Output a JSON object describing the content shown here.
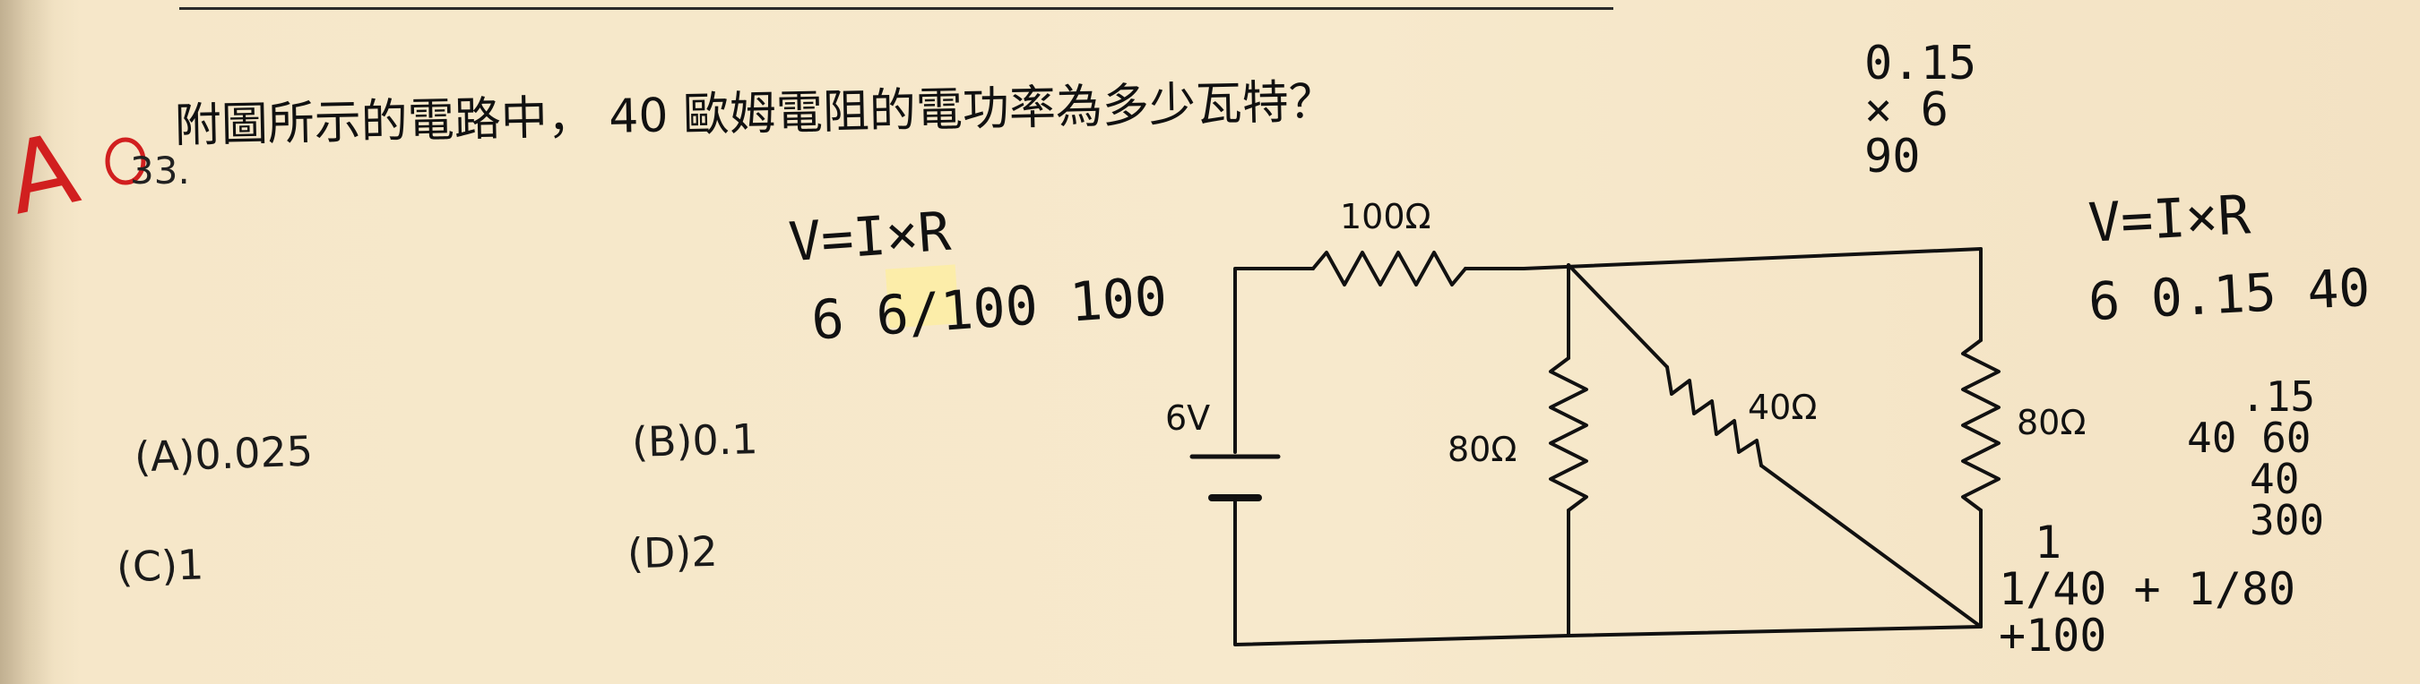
{
  "question": {
    "number": "33.",
    "text": "附圖所示的電路中， 40 歐姆電阻的電功率為多少瓦特？"
  },
  "options": [
    {
      "label": "(A)0.025"
    },
    {
      "label": "(B)0.1"
    },
    {
      "label": "(C)1"
    },
    {
      "label": "(D)2"
    }
  ],
  "circuit": {
    "battery": "6V",
    "r_top": "100Ω",
    "r_mid": "80Ω",
    "r_diag": "40Ω",
    "r_right": "80Ω"
  },
  "handwriting": {
    "answer_mark": "A",
    "left_formula": "V=I×R",
    "left_calc": "6  6/100  100",
    "right_formula": "V=I×R",
    "right_calc": "6  0.15  40",
    "top_right": [
      "0.15",
      "×  6",
      "90"
    ],
    "mid_right": [
      ".15",
      "40  60",
      "40",
      "300"
    ],
    "bottom_right": [
      "1",
      "1/40 + 1/80",
      "+100"
    ]
  },
  "colors": {
    "paper": "#f6e7c9",
    "ink": "#111111",
    "red_pen": "#d11f1f"
  }
}
